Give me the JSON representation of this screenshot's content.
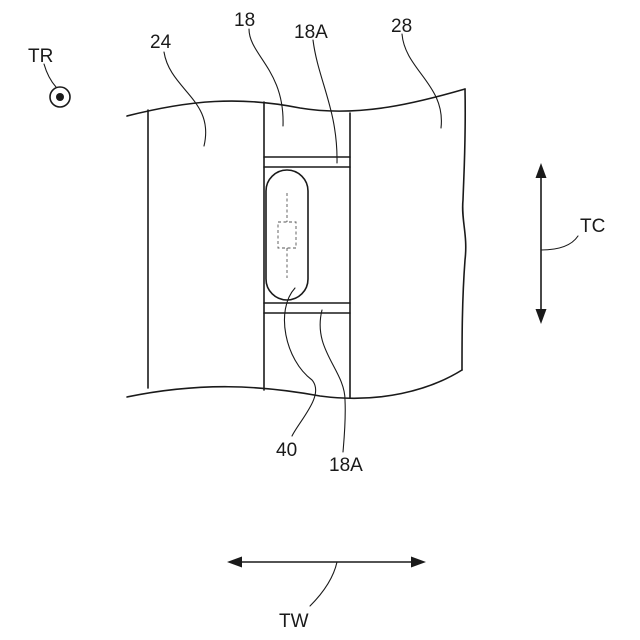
{
  "labels": {
    "tr": "TR",
    "p24": "24",
    "p18": "18",
    "p18a_top": "18A",
    "p28": "28",
    "tc": "TC",
    "p40": "40",
    "p18a_bottom": "18A",
    "tw": "TW"
  },
  "colors": {
    "line": "#1a1a1a",
    "background": "#ffffff"
  }
}
